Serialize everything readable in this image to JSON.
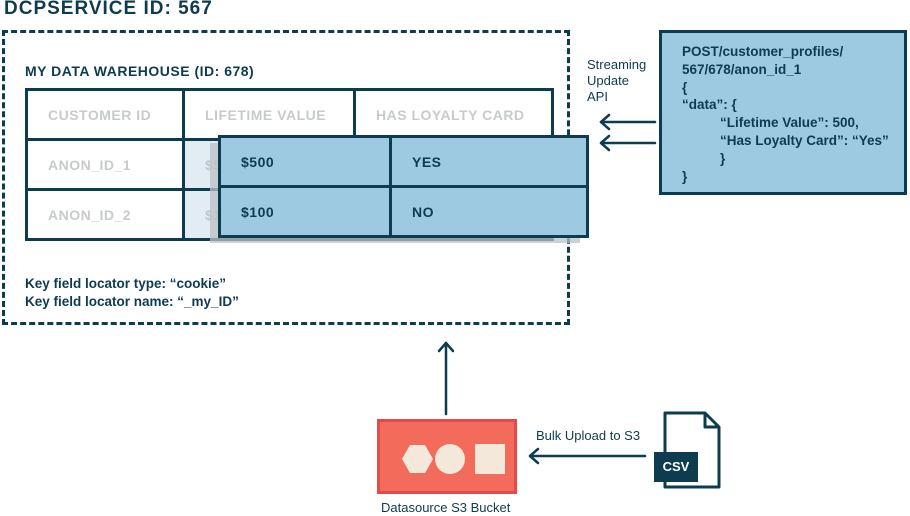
{
  "page_title": "DCPSERVICE ID: 567",
  "warehouse": {
    "title": "MY DATA WAREHOUSE (ID: 678)",
    "headers": [
      "CUSTOMER ID",
      "LIFETIME VALUE",
      "HAS LOYALTY CARD"
    ],
    "rows": [
      {
        "id": "ANON_ID_1",
        "value": "$5"
      },
      {
        "id": "ANON_ID_2",
        "value": "$1"
      }
    ],
    "locator_type": "Key field locator type: “cookie”",
    "locator_name": "Key field locator name: “_my_ID”"
  },
  "overlay": {
    "rows": [
      {
        "value": "$500",
        "loyalty": "YES"
      },
      {
        "value": "$100",
        "loyalty": "NO"
      }
    ]
  },
  "streaming": {
    "label_lines": [
      "Streaming",
      "Update",
      "API"
    ]
  },
  "api_request": {
    "lines": [
      "POST/customer_profiles/",
      "567/678/anon_id_1",
      "{",
      "“data”: {",
      "“Lifetime Value”: 500,",
      "“Has Loyalty Card”: “Yes”",
      "}",
      "}"
    ]
  },
  "bulk_upload_label": "Bulk Upload to S3",
  "bucket_label": "Datasource S3 Bucket",
  "csv_label": "CSV",
  "colors": {
    "navy": "#0d3b4f",
    "light_blue": "#9ecae1",
    "bucket_red": "#f26b5b",
    "bucket_shapes": "#f3e8da",
    "faded_text": "#c7cbcd"
  },
  "icons": [
    "hexagon-icon",
    "circle-icon",
    "square-icon",
    "document-icon"
  ]
}
